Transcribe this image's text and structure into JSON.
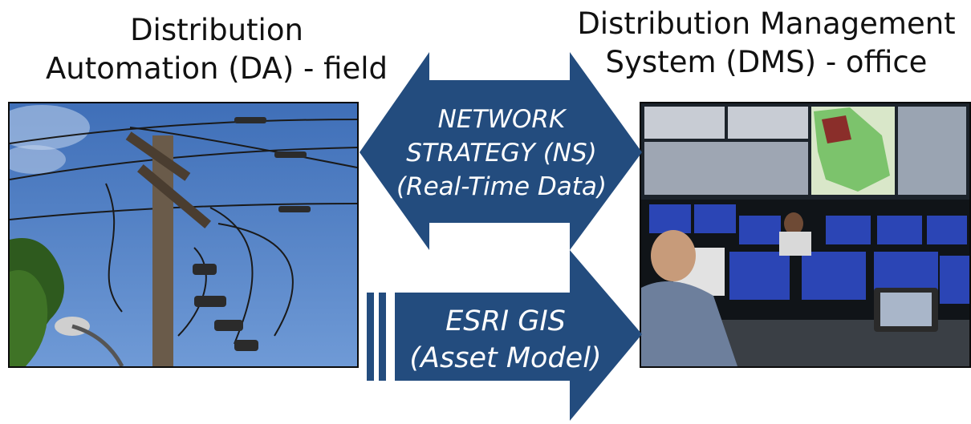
{
  "headings": {
    "left_line1": "Distribution",
    "left_line2": "Automation (DA) - field",
    "right_line1": "Distribution Management",
    "right_line2": "System (DMS) - office"
  },
  "ns_arrow": {
    "line1": "NETWORK",
    "line2": "STRATEGY (NS)",
    "line3": "(Real-Time Data)"
  },
  "gis_arrow": {
    "line1": "ESRI GIS",
    "line2": "(Asset Model)"
  },
  "colors": {
    "arrow_fill": "#234c7e",
    "sky": "#4f7ec4",
    "control_room": "#101418",
    "map_green": "#7cc36c"
  }
}
